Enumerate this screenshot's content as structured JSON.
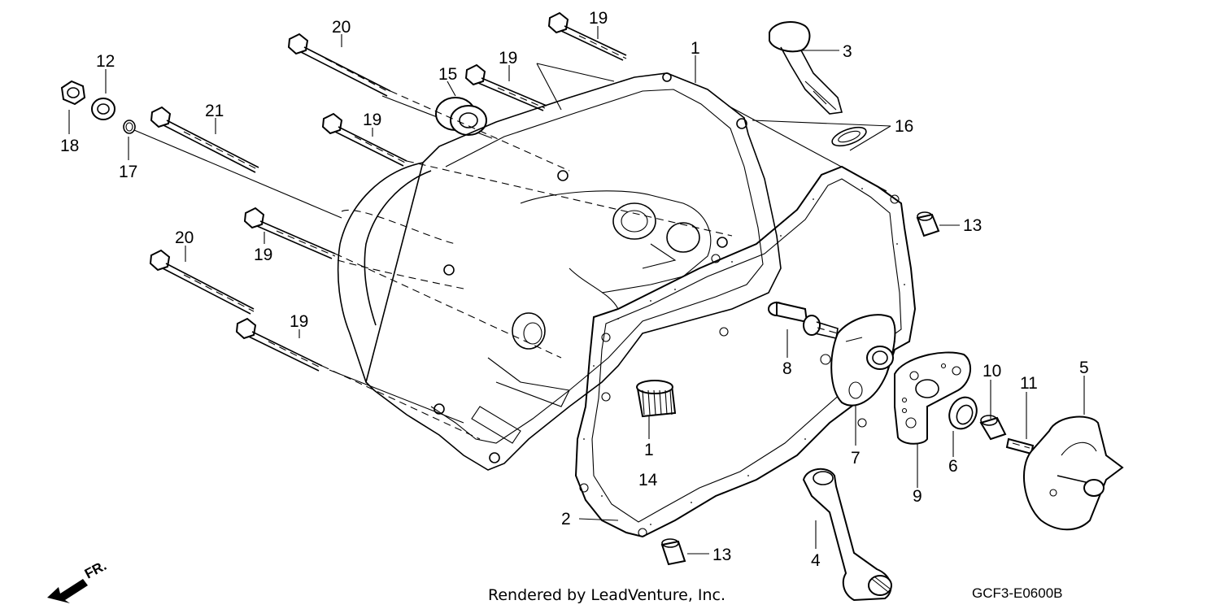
{
  "diagram": {
    "callouts": [
      {
        "id": "c-1-top",
        "text": "1"
      },
      {
        "id": "c-1-bottom",
        "text": "1"
      },
      {
        "id": "c-2",
        "text": "2"
      },
      {
        "id": "c-3",
        "text": "3"
      },
      {
        "id": "c-4",
        "text": "4"
      },
      {
        "id": "c-5",
        "text": "5"
      },
      {
        "id": "c-6",
        "text": "6"
      },
      {
        "id": "c-7",
        "text": "7"
      },
      {
        "id": "c-8",
        "text": "8"
      },
      {
        "id": "c-9",
        "text": "9"
      },
      {
        "id": "c-10",
        "text": "10"
      },
      {
        "id": "c-11",
        "text": "11"
      },
      {
        "id": "c-12",
        "text": "12"
      },
      {
        "id": "c-13-top",
        "text": "13"
      },
      {
        "id": "c-13-bottom",
        "text": "13"
      },
      {
        "id": "c-14",
        "text": "14"
      },
      {
        "id": "c-15",
        "text": "15"
      },
      {
        "id": "c-16",
        "text": "16"
      },
      {
        "id": "c-17",
        "text": "17"
      },
      {
        "id": "c-18",
        "text": "18"
      },
      {
        "id": "c-19-a",
        "text": "19"
      },
      {
        "id": "c-19-b",
        "text": "19"
      },
      {
        "id": "c-19-c",
        "text": "19"
      },
      {
        "id": "c-19-d",
        "text": "19"
      },
      {
        "id": "c-19-e",
        "text": "19"
      },
      {
        "id": "c-20-top",
        "text": "20"
      },
      {
        "id": "c-20-bottom",
        "text": "20"
      },
      {
        "id": "c-21",
        "text": "21"
      }
    ],
    "credit": "Rendered by LeadVenture, Inc.",
    "drawing_code": "GCF3-E0600B",
    "direction_marker": "FR.",
    "line_color": "#000000",
    "background_color": "#ffffff"
  }
}
